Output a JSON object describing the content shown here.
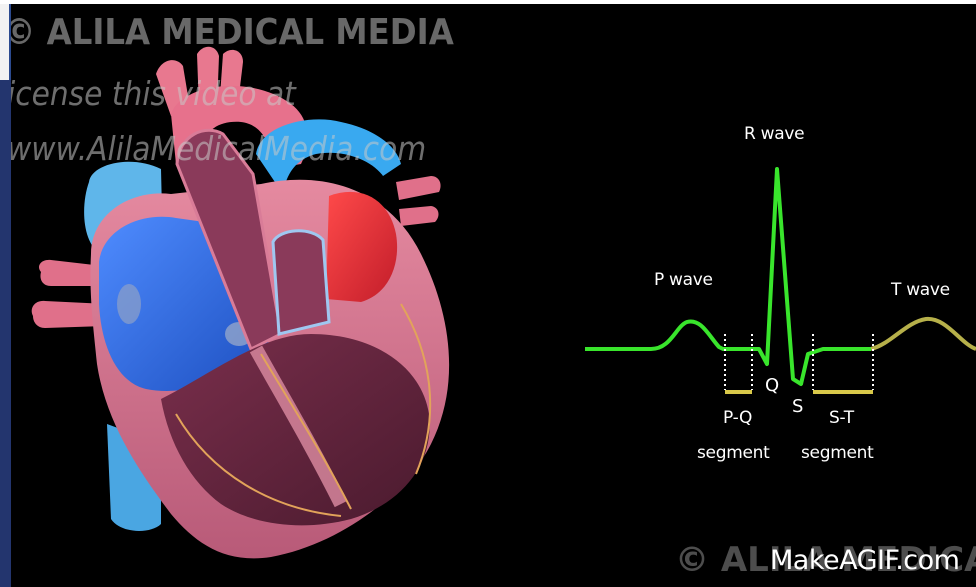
{
  "watermark": {
    "line1": "© ALILA MEDICAL MEDIA",
    "line2": "icense this video at",
    "line3": "www.AlilaMedicalMedia.com",
    "bottom": "© ALILA MEDICAL MEDIA"
  },
  "ecg": {
    "labels": {
      "r_wave": "R wave",
      "p_wave": "P wave",
      "t_wave": "T wave",
      "q": "Q",
      "s": "S",
      "pq_segment_1": "P-Q",
      "pq_segment_2": "segment",
      "st_segment_1": "S-T",
      "st_segment_2": "segment"
    },
    "colors": {
      "trace": "#39e52c",
      "t_wave": "#b6b04a",
      "segment_marker": "#d9c94a"
    }
  },
  "brand": "MakeAGIF.com",
  "colors": {
    "deoxygenated": "#2f6fe0",
    "oxygenated": "#e8323a",
    "myocardium": "#c97088",
    "background": "#000000"
  }
}
